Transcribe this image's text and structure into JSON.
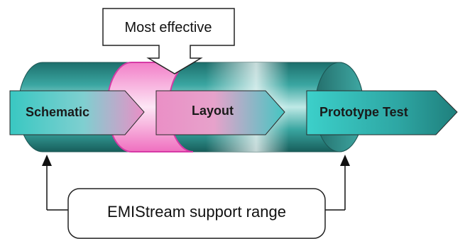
{
  "callout": {
    "text": "Most effective"
  },
  "stages": [
    {
      "label": "Schematic"
    },
    {
      "label": "Layout"
    },
    {
      "label": "Prototype Test"
    }
  ],
  "range": {
    "text": "EMIStream support range"
  },
  "colors": {
    "cylinder": "#2f9a96",
    "highlight_band": "#f06cc0",
    "arrow_teal": "#3cc9c3",
    "arrow_pink": "#e892c6",
    "outline": "#222222"
  }
}
